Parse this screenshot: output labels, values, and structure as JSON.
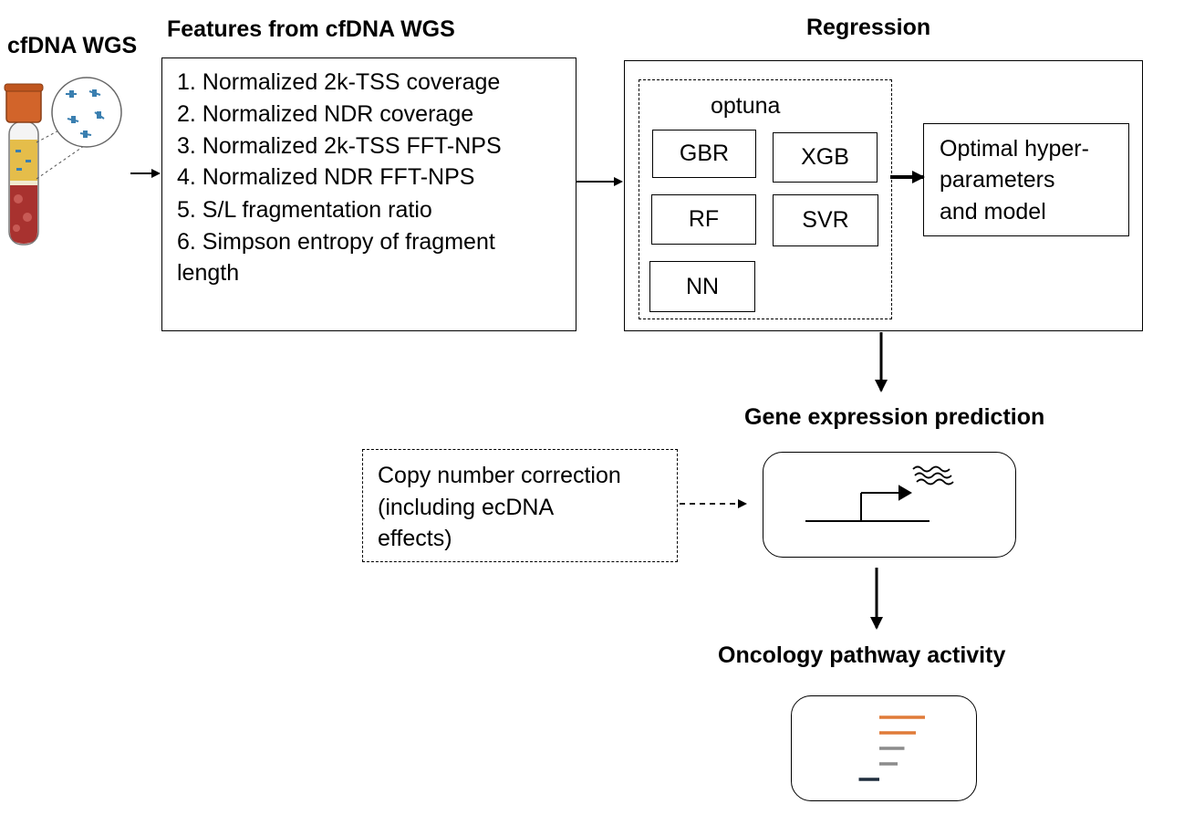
{
  "sample": {
    "title": "cfDNA WGS"
  },
  "features": {
    "title": "Features from cfDNA WGS",
    "items": [
      "1. Normalized 2k-TSS coverage",
      "2. Normalized NDR coverage",
      "3. Normalized 2k-TSS FFT-NPS",
      "4. Normalized NDR FFT-NPS",
      "5. S/L fragmentation ratio",
      "6. Simpson entropy of fragment",
      "length"
    ]
  },
  "regression": {
    "title": "Regression",
    "optimizer": "optuna",
    "models": [
      "GBR",
      "XGB",
      "RF",
      "SVR",
      "NN"
    ],
    "output_lines": [
      "Optimal hyper-",
      "parameters",
      "and model"
    ]
  },
  "gene_expression": {
    "title": "Gene expression prediction"
  },
  "copy_number": {
    "lines": [
      "Copy number correction",
      "(including ecDNA",
      "effects)"
    ]
  },
  "pathway": {
    "title": "Oncology pathway activity",
    "bars": [
      {
        "value": 1.0,
        "direction": "up",
        "color": "#e07b39"
      },
      {
        "value": 0.8,
        "direction": "up",
        "color": "#e07b39"
      },
      {
        "value": 0.55,
        "direction": "up",
        "color": "#8c8c8c"
      },
      {
        "value": 0.4,
        "direction": "up",
        "color": "#8c8c8c"
      },
      {
        "value": 0.45,
        "direction": "down",
        "color": "#1f2d3d"
      }
    ]
  },
  "colors": {
    "tube_cap": "#d2642a",
    "plasma": "#e5bd4a",
    "blood": "#a8322f",
    "cfdna": "#3a7fb0"
  }
}
